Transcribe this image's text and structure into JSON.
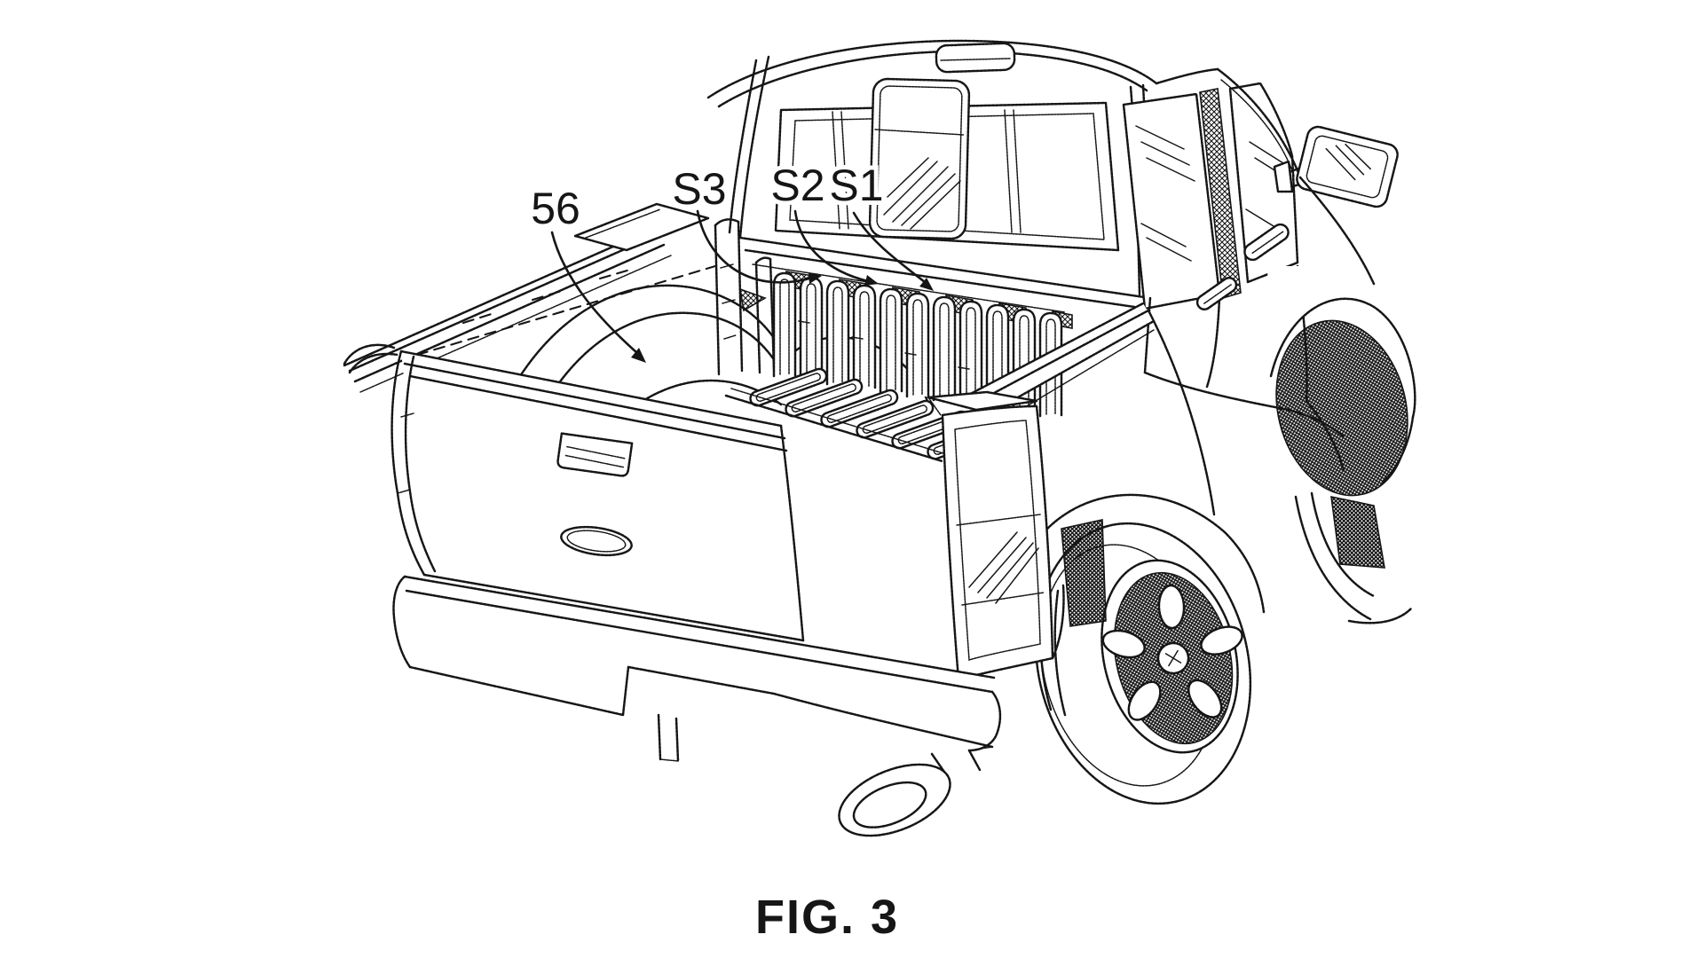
{
  "figure": {
    "caption": "FIG. 3",
    "labels": [
      {
        "id": "56",
        "text": "56"
      },
      {
        "id": "S3",
        "text": "S3"
      },
      {
        "id": "S2",
        "text": "S2"
      },
      {
        "id": "S1",
        "text": "S1"
      }
    ]
  },
  "colors": {
    "ink": "#161616",
    "paper": "#ffffff"
  }
}
